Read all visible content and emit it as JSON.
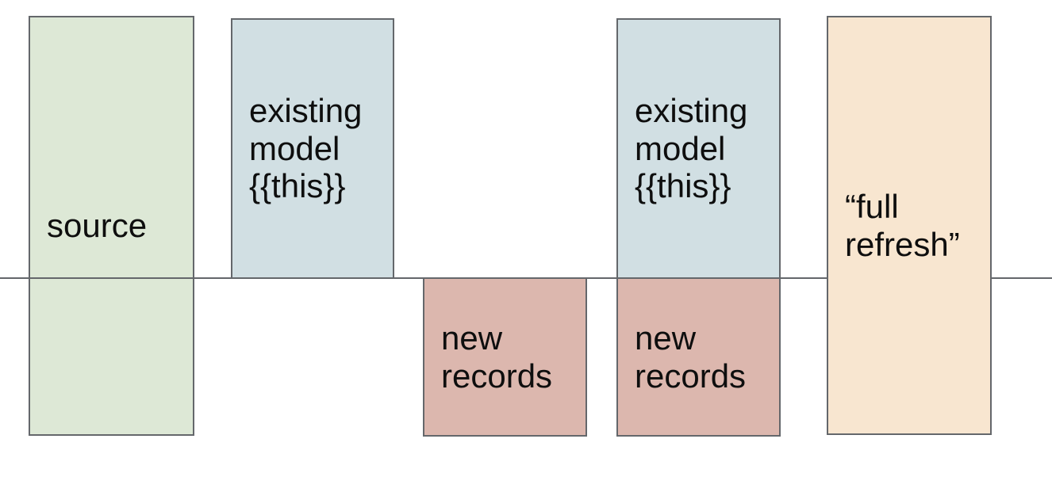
{
  "diagram": {
    "background": "#ffffff",
    "border_color": "#64676b",
    "text_color": "#0e0e0e",
    "divider_line": {
      "orientation": "horizontal",
      "color": "#64676b"
    },
    "boxes": [
      {
        "name": "source",
        "label": "source",
        "fill": "#dde8d6",
        "position": "crosses divider line"
      },
      {
        "name": "existing-model-1",
        "label": "existing model {{this}}",
        "fill": "#d1dfe3",
        "position": "above divider line"
      },
      {
        "name": "new-records-1",
        "label": "new records",
        "fill": "#dcb7ae",
        "position": "below divider line"
      },
      {
        "name": "existing-model-2",
        "label": "existing model {{this}}",
        "fill": "#d1dfe3",
        "position": "above divider line"
      },
      {
        "name": "new-records-2",
        "label": "new records",
        "fill": "#dcb7ae",
        "position": "below divider line"
      },
      {
        "name": "full-refresh",
        "label": "“full refresh”",
        "fill": "#f8e6d0",
        "position": "crosses divider line"
      }
    ]
  }
}
